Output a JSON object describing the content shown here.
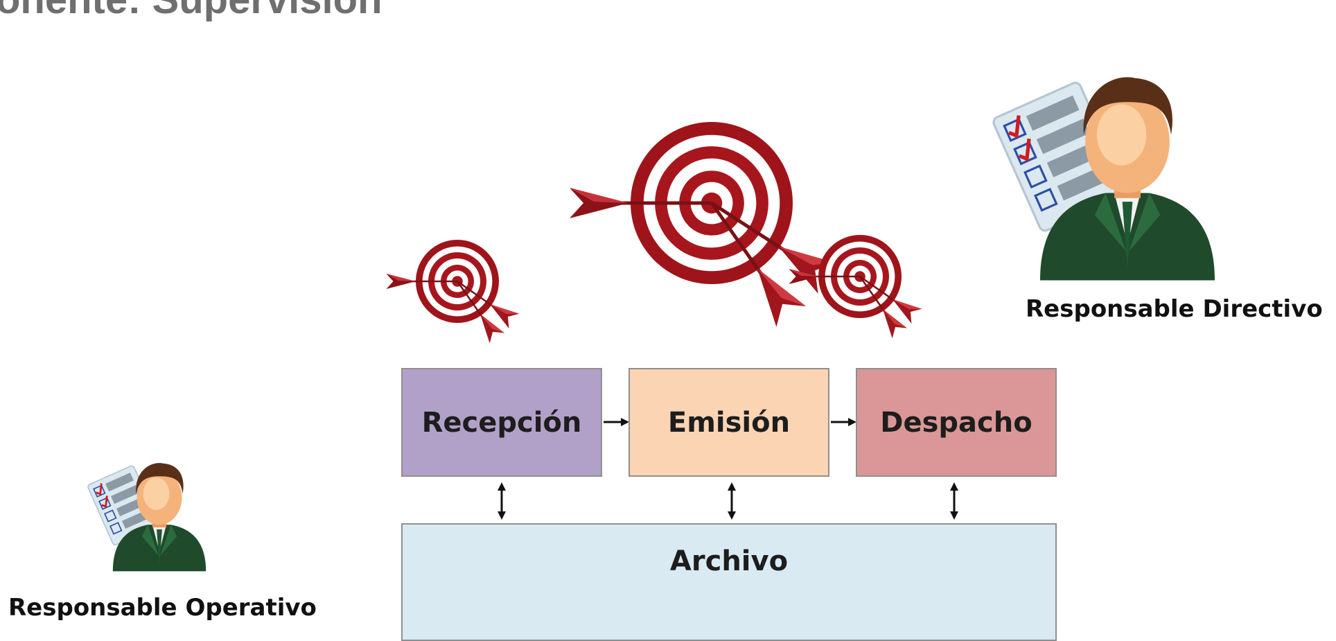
{
  "slide": {
    "title": "onente: Supervisión"
  },
  "process": {
    "steps": [
      "Recepción",
      "Emisión",
      "Despacho"
    ],
    "storage": "Archivo"
  },
  "roles": {
    "directivo": "Responsable Directivo",
    "operativo": "Responsable Operativo"
  },
  "icons": {
    "targets": [
      "target-with-arrows-icon",
      "target-with-arrows-icon",
      "target-with-arrows-icon"
    ],
    "people": [
      "manager-with-checklist-icon",
      "manager-with-checklist-icon"
    ]
  },
  "colors": {
    "recepcion": "#b1a1c8",
    "emision": "#fad4b3",
    "despacho": "#db9797",
    "archivo": "#d9eaf2",
    "target_red": "#a3161c",
    "suit_green": "#1f4a2b"
  }
}
